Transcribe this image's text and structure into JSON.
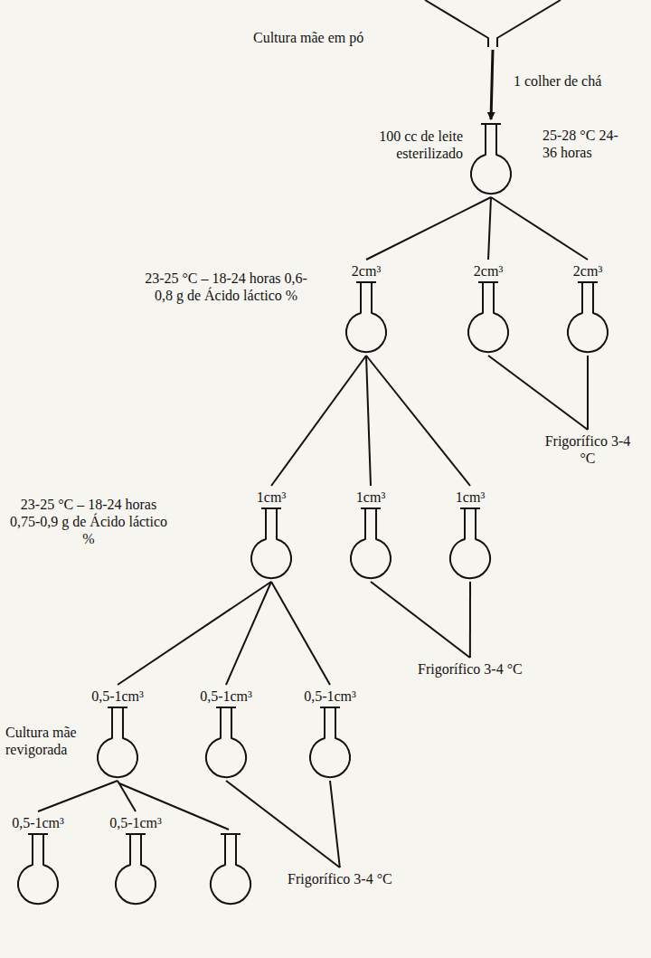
{
  "diagram": {
    "nodes": [
      {
        "text": [
          "Cultura mãe em pó"
        ]
      },
      {
        "text": [
          "100 cc de leite esterilizado"
        ]
      },
      {
        "text": [
          "2cm³"
        ]
      },
      {
        "text": [
          "2cm³"
        ]
      },
      {
        "text": [
          "2cm³"
        ]
      },
      {
        "text": [
          "Frigorífico 3-4 °C"
        ]
      },
      {
        "text": [
          "1cm³"
        ]
      },
      {
        "text": [
          "1cm³"
        ]
      },
      {
        "text": [
          "1cm³"
        ]
      },
      {
        "text": [
          "Frigorífico 3-4 °C"
        ]
      },
      {
        "text": [
          "0,5-1cm³"
        ]
      },
      {
        "text": [
          "0,5-1cm³"
        ]
      },
      {
        "text": [
          "0,5-1cm³"
        ]
      },
      {
        "text": [
          "Frigorífico 3-4 °C"
        ]
      },
      {
        "text": [
          "0,5-1cm³"
        ]
      },
      {
        "text": [
          "0,5-1cm³"
        ]
      }
    ],
    "edges": [
      {
        "from": 0,
        "to": 1,
        "arrow": "to",
        "label": "1 colher de chá"
      },
      {
        "from": 1,
        "to": 2,
        "arrow": "none"
      },
      {
        "from": 1,
        "to": 3,
        "arrow": "none"
      },
      {
        "from": 1,
        "to": 4,
        "arrow": "none"
      },
      {
        "from": 3,
        "to": 5,
        "arrow": "none"
      },
      {
        "from": 4,
        "to": 5,
        "arrow": "none"
      },
      {
        "from": 2,
        "to": 6,
        "arrow": "none"
      },
      {
        "from": 2,
        "to": 7,
        "arrow": "none"
      },
      {
        "from": 2,
        "to": 8,
        "arrow": "none"
      },
      {
        "from": 7,
        "to": 9,
        "arrow": "none"
      },
      {
        "from": 8,
        "to": 9,
        "arrow": "none"
      },
      {
        "from": 6,
        "to": 10,
        "arrow": "none"
      },
      {
        "from": 6,
        "to": 11,
        "arrow": "none"
      },
      {
        "from": 6,
        "to": 12,
        "arrow": "none"
      },
      {
        "from": 11,
        "to": 13,
        "arrow": "none"
      },
      {
        "from": 12,
        "to": 13,
        "arrow": "none"
      },
      {
        "from": 10,
        "to": 14,
        "arrow": "none"
      },
      {
        "from": 10,
        "to": 15,
        "arrow": "none"
      }
    ],
    "labels": [
      "25-28 °C 24-36 horas",
      "23-25 °C – 18-24 horas 0,6-0,8 g de Ácido láctico %",
      "23-25 °C – 18-24 horas 0,75-0,9 g de Ácido láctico %",
      "Cultura mãe revigorada"
    ]
  }
}
